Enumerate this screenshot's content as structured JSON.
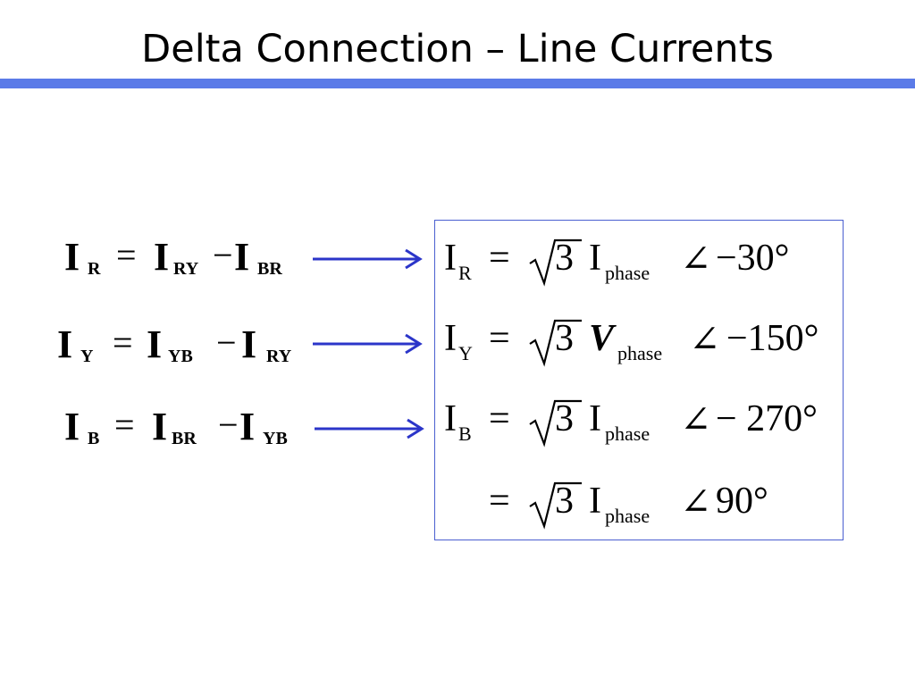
{
  "slide": {
    "title": "Delta Connection – Line Currents",
    "accent_color": "#5b7be8",
    "box_border_color": "#4a5fd0",
    "arrow_color": "#2b35c9"
  },
  "left_equations": [
    {
      "lhs": "I",
      "lhs_sub": "R",
      "eq": "=",
      "t1": "I",
      "t1_sub": "RY",
      "minus": "−",
      "t2": "I",
      "t2_sub": "BR"
    },
    {
      "lhs": "I",
      "lhs_sub": "Y",
      "eq": "=",
      "t1": "I",
      "t1_sub": "YB",
      "minus": "−",
      "t2": "I",
      "t2_sub": "RY"
    },
    {
      "lhs": "I",
      "lhs_sub": "B",
      "eq": "=",
      "t1": "I",
      "t1_sub": "BR",
      "minus": "−",
      "t2": "I",
      "t2_sub": "YB"
    }
  ],
  "results": [
    {
      "lhs": "I",
      "lhs_sub": "R",
      "eq": "=",
      "root": "3",
      "sym": "I",
      "sym_sub": "phase",
      "angle_sym": "∠",
      "angle": "−30°"
    },
    {
      "lhs": "I",
      "lhs_sub": "Y",
      "eq": "=",
      "root": "3",
      "sym": "V",
      "sym_sub": "phase",
      "angle_sym": "∠",
      "angle": "−150°"
    },
    {
      "lhs": "I",
      "lhs_sub": "B",
      "eq": "=",
      "root": "3",
      "sym": "I",
      "sym_sub": "phase",
      "angle_sym": "∠",
      "angle": "− 270°"
    },
    {
      "lhs": "",
      "lhs_sub": "",
      "eq": "=",
      "root": "3",
      "sym": "I",
      "sym_sub": "phase",
      "angle_sym": "∠",
      "angle": "90°"
    }
  ]
}
